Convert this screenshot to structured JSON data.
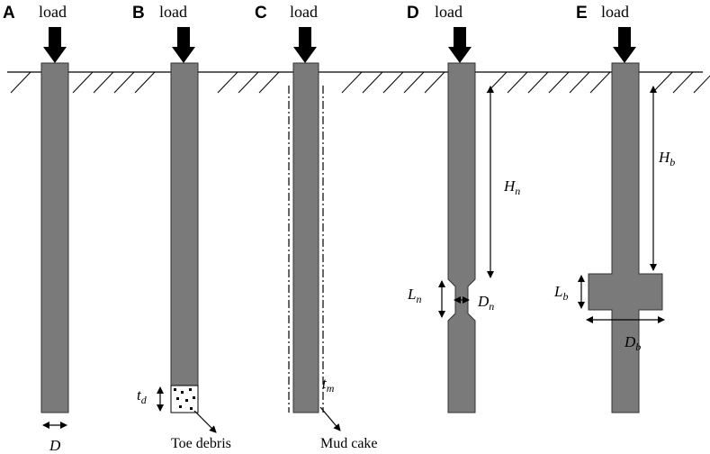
{
  "panels": [
    {
      "id": "A",
      "load": "load"
    },
    {
      "id": "B",
      "load": "load"
    },
    {
      "id": "C",
      "load": "load"
    },
    {
      "id": "D",
      "load": "load"
    },
    {
      "id": "E",
      "load": "load"
    }
  ],
  "labels": {
    "diameter": "D",
    "toe_debris": "Toe debris",
    "td_main": "t",
    "td_sub": "d",
    "mud_cake": "Mud cake",
    "tm_main": "t",
    "tm_sub": "m",
    "hn_main": "H",
    "hn_sub": "n",
    "ln_main": "L",
    "ln_sub": "n",
    "dn_main": "D",
    "dn_sub": "n",
    "hb_main": "H",
    "hb_sub": "b",
    "lb_main": "L",
    "lb_sub": "b",
    "db_main": "D",
    "db_sub": "b"
  },
  "colors": {
    "pile": "#7a7a7a",
    "line": "#000000",
    "background": "#ffffff"
  }
}
